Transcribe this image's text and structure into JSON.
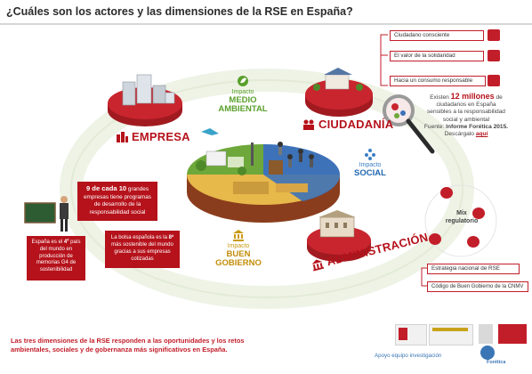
{
  "title": "¿Cuáles son los actores y las dimensiones de la RSE en España?",
  "actors": {
    "empresa": "EMPRESA",
    "ciudadania": "CIUDADANÍA",
    "administracion": "ADMINISTRACIÓN"
  },
  "impacts": {
    "medio_ambiental": {
      "pre": "Impacto",
      "main1": "MEDIO",
      "main2": "AMBIENTAL"
    },
    "social": {
      "pre": "Impacto",
      "main": "SOCIAL"
    },
    "buen_gobierno": {
      "pre": "Impacto",
      "main1": "BUEN",
      "main2": "GOBIERNO"
    }
  },
  "ciudadania_items": [
    "Ciudadano consciente",
    "El valor de la solidaridad",
    "Hacia un consumo responsable"
  ],
  "stat": {
    "pre": "Existen",
    "number": "12 millones",
    "text": "de ciudadanos en España sensibles a la responsabilidad social y ambiental",
    "source_label": "Fuente:",
    "source": "Informe Forética 2015.",
    "download": "Descárgalo",
    "link": "aquí"
  },
  "empresa_facts": {
    "fact1_bold1": "9 de cada 10",
    "fact1_rest": "grandes empresas tiene programas de desarrollo de la responsabilidad social",
    "fact2_pre": "España es el",
    "fact2_rank": "4º",
    "fact2_rest": "país del mundo en producción de memorias G4 de sostenibilidad",
    "fact3_pre": "La bolsa española es la",
    "fact3_rank": "8ª",
    "fact3_rest": "más sostenible del mundo gracias a sus empresas cotizadas"
  },
  "mix": {
    "line1": "Mix",
    "line2": "regulatorio"
  },
  "administracion_items": [
    "Estrategia nacional de RSE",
    "Código de Buen Gobierno de la CNMV"
  ],
  "footer": {
    "line1": "Las tres dimensiones de la RSE responden a las oportunidades y los retos",
    "line2": "ambientales, sociales y de gobernanza más significativos en España."
  },
  "apoyo": "Apoyo equipo investigación",
  "logo_text": "Forética",
  "colors": {
    "red": "#b5121b",
    "green": "#5aa02c",
    "blue": "#2367b0",
    "gold": "#c28c08",
    "ellipse": "#eef3e6"
  }
}
